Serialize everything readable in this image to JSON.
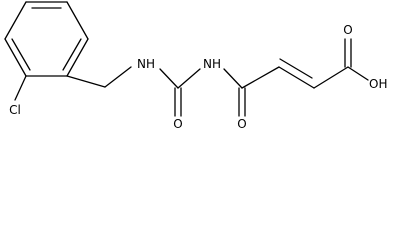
{
  "structure": {
    "atoms": {
      "nh1": "NH",
      "nh2": "NH",
      "o_urea": "O",
      "o_amide": "O",
      "o_acid": "O",
      "oh_acid": "OH",
      "cl": "Cl"
    },
    "colors": {
      "bond": "#000000",
      "label": "#000000",
      "background": "#ffffff"
    }
  }
}
